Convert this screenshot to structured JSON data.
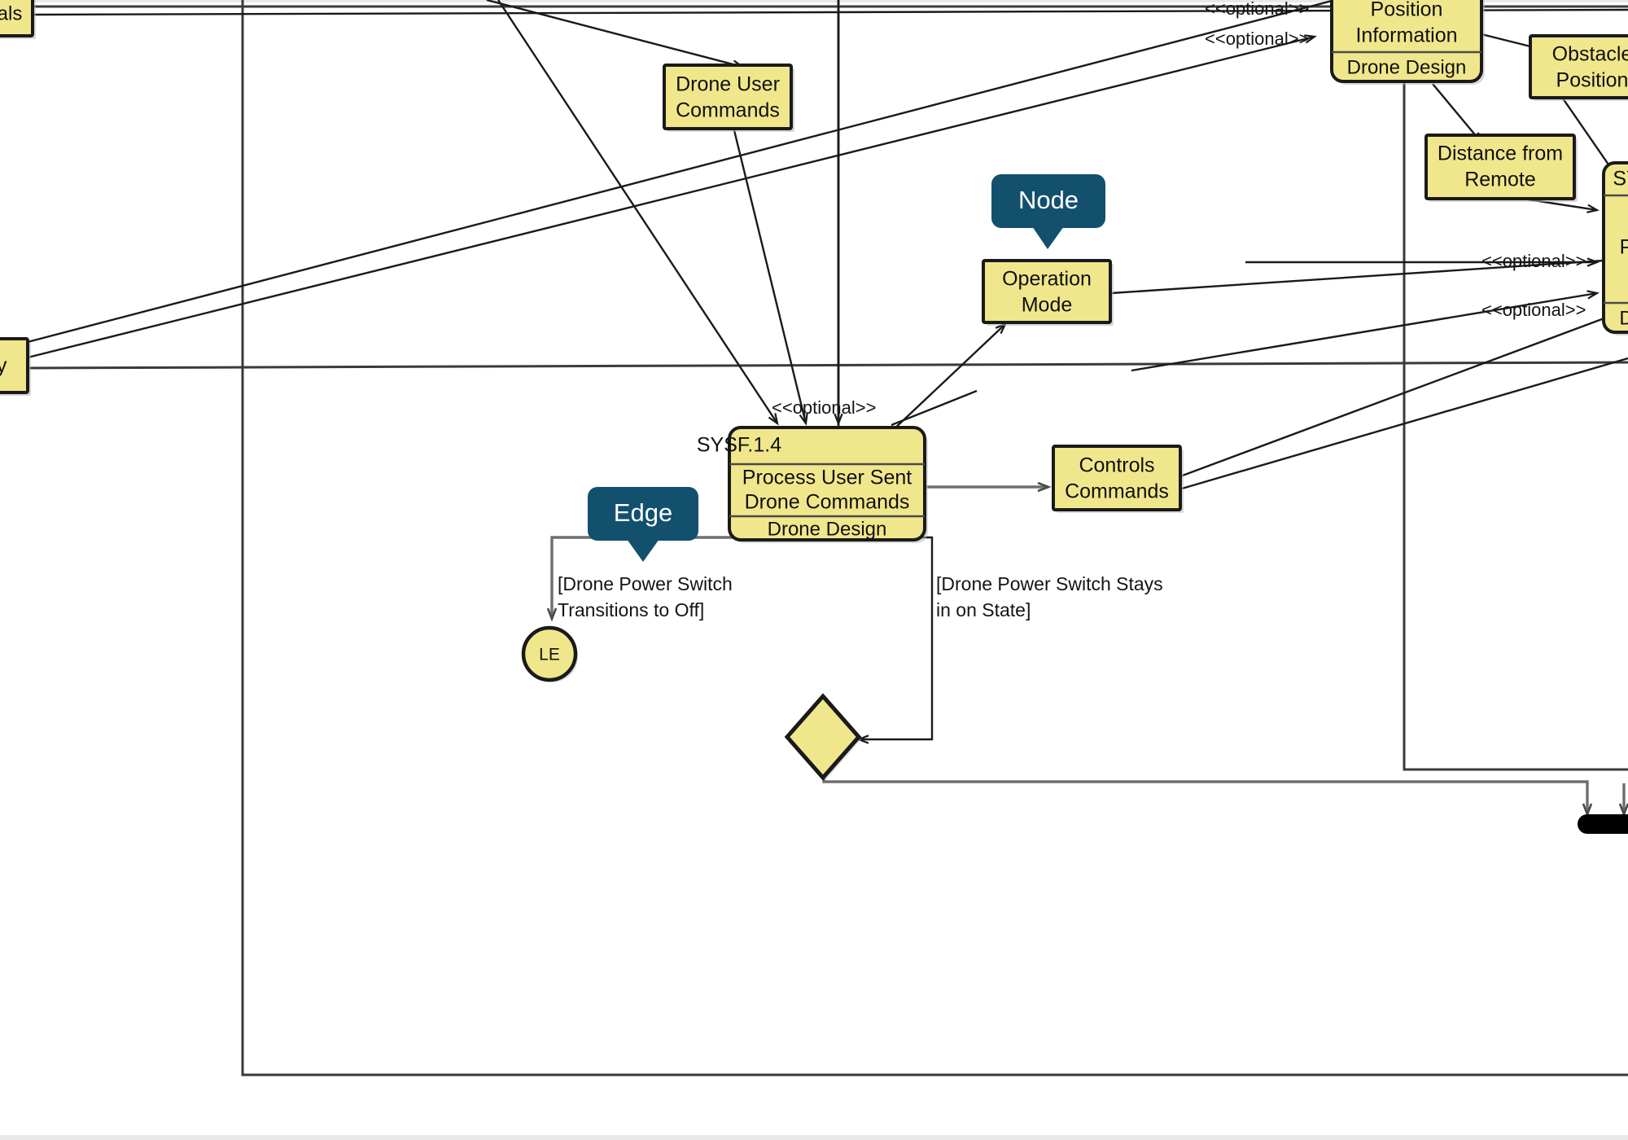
{
  "diagram": {
    "type": "sysml-activity-diagram",
    "background": "#ffffff",
    "node_fill": "#f0e78c",
    "node_stroke": "#1a1a1a",
    "badge_color": "#13506e",
    "badge_text_color": "#ffffff"
  },
  "callouts": [
    {
      "id": "node-callout",
      "label": "Node"
    },
    {
      "id": "edge-callout",
      "label": "Edge"
    }
  ],
  "nodes": {
    "drone_user_commands": {
      "label_line1": "Drone User",
      "label_line2": "Commands"
    },
    "operation_mode": {
      "label_line1": "Operation",
      "label_line2": "Mode"
    },
    "controls_commands": {
      "label_line1": "Controls",
      "label_line2": "Commands"
    },
    "position_information": {
      "label_line1": "Position",
      "label_line2": "Information",
      "compartment": "Drone Design"
    },
    "obstacle_position": {
      "label_line1": "Obstacle",
      "label_line2": "Position"
    },
    "distance_from_remote": {
      "label_line1": "Distance from",
      "label_line2": "Remote"
    },
    "sysf_1_4": {
      "id_label": "SYSF.1.4",
      "label_line1": "Process User Sent",
      "label_line2": "Drone Commands",
      "compartment": "Drone Design"
    },
    "sysf_right_partial": {
      "id_label": "SY",
      "body_label": "P",
      "compartment": "D"
    },
    "clipped_left_top": {
      "label": "als"
    },
    "clipped_left_mid": {
      "label": "y"
    },
    "final_node": {
      "label": "LE"
    }
  },
  "edge_labels": {
    "guard_off": {
      "line1": "[Drone Power Switch",
      "line2": "Transitions to Off]"
    },
    "guard_on": {
      "line1": "[Drone Power Switch Stays",
      "line2": "in on State]"
    }
  },
  "stereotypes": {
    "optional": "<<optional>>",
    "optional_clipped": "al>>"
  },
  "optional_labels": [
    {
      "id": "opt-top-1",
      "text": "<<optional>>"
    },
    {
      "id": "opt-top-2",
      "text": "<<optional>>"
    },
    {
      "id": "opt-mid-1",
      "text": "<<optional>>"
    },
    {
      "id": "opt-mid-2",
      "text": "<<optional>>"
    },
    {
      "id": "opt-sysf-in",
      "text": "<<optional>>"
    },
    {
      "id": "opt-clipped",
      "text": "al>>"
    }
  ]
}
